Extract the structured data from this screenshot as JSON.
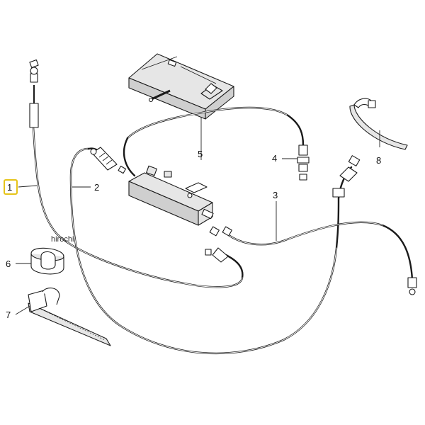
{
  "callouts": [
    {
      "id": "1",
      "highlighted": true
    },
    {
      "id": "2",
      "highlighted": false
    },
    {
      "id": "3",
      "highlighted": false
    },
    {
      "id": "4",
      "highlighted": false
    },
    {
      "id": "5",
      "highlighted": false
    },
    {
      "id": "6",
      "highlighted": false
    },
    {
      "id": "7",
      "highlighted": false
    },
    {
      "id": "8",
      "highlighted": false
    }
  ],
  "watermark": "hirochi",
  "colors": {
    "highlight": "#e6c419",
    "line": "#1a1a1a",
    "part_fill": "#e6e6e6",
    "background": "#ffffff"
  }
}
